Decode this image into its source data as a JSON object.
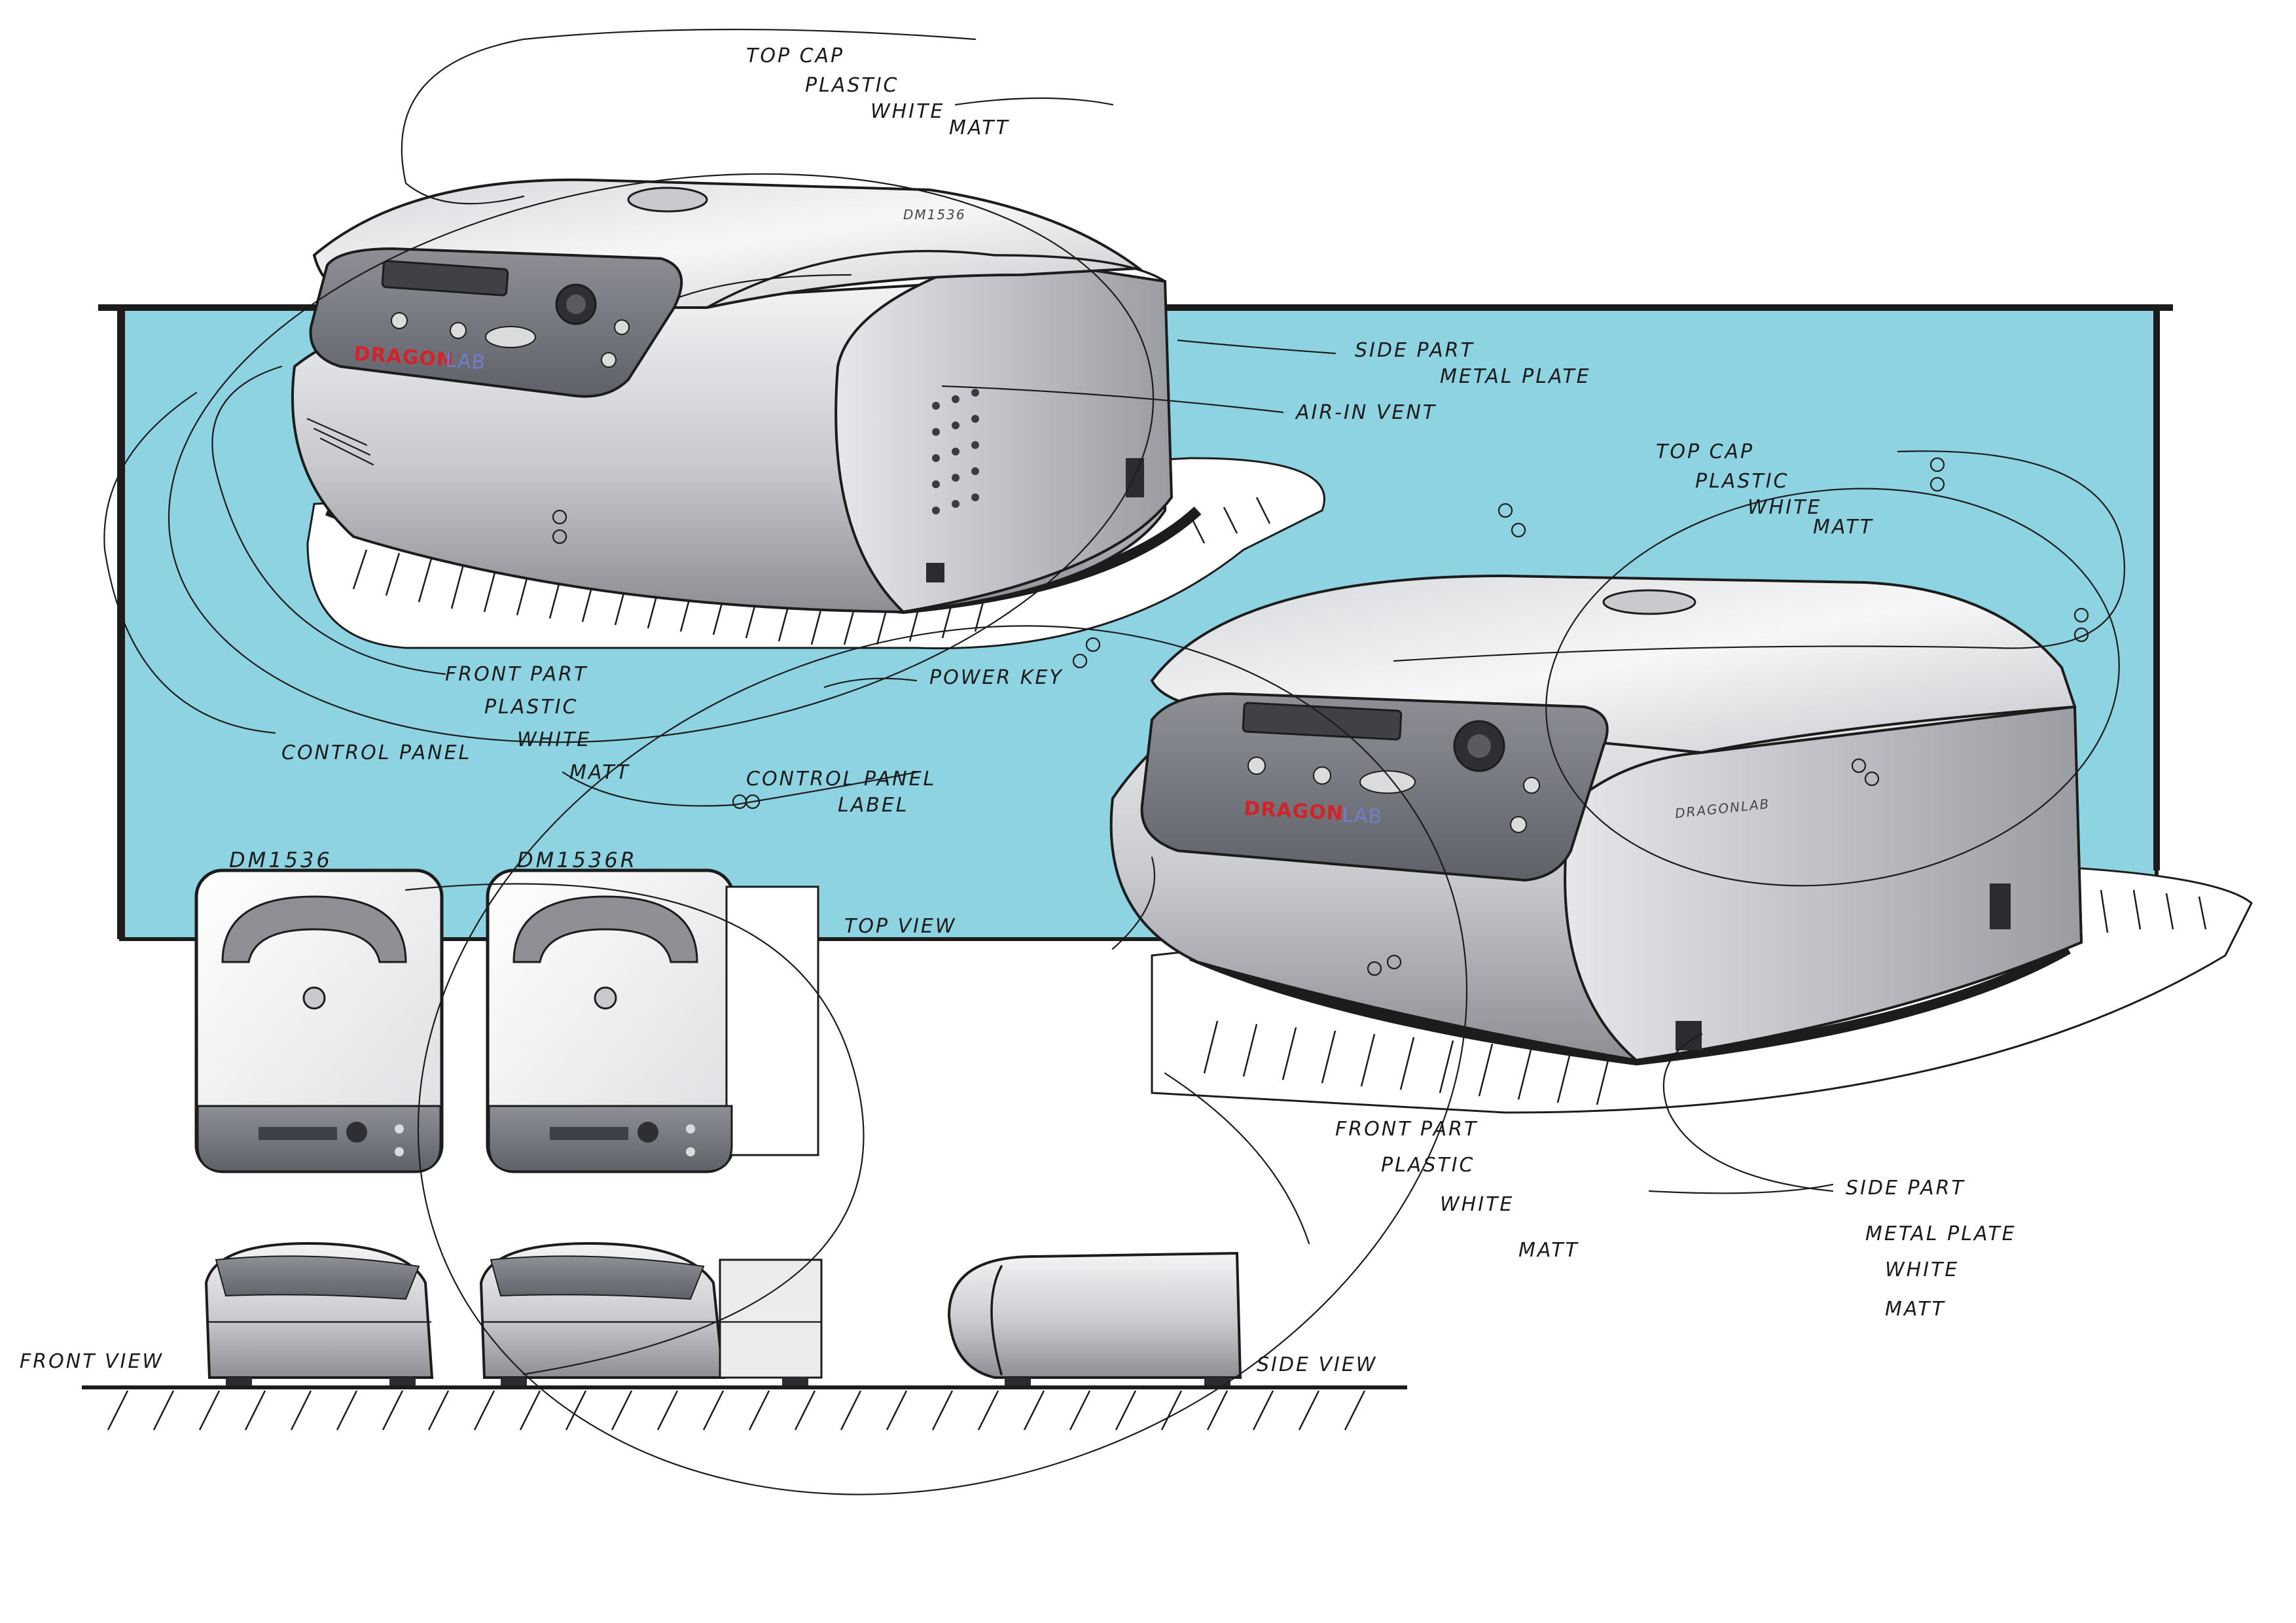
{
  "callouts": {
    "top_cap_1": [
      "TOP CAP",
      "PLASTIC",
      "WHITE",
      "MATT"
    ],
    "side_part_1": [
      "SIDE PART",
      "METAL PLATE"
    ],
    "air_in_vent": "AIR-IN VENT",
    "top_cap_2": [
      "TOP CAP",
      "PLASTIC",
      "WHITE",
      "MATT"
    ],
    "power_key": "POWER KEY",
    "front_part_1": [
      "FRONT PART",
      "PLASTIC",
      "WHITE",
      "MATT"
    ],
    "control_panel": "CONTROL PANEL",
    "control_panel_label": [
      "CONTROL PANEL",
      "LABEL"
    ],
    "front_part_2": [
      "FRONT PART",
      "PLASTIC",
      "WHITE",
      "MATT"
    ],
    "side_part_2": [
      "SIDE PART",
      "METAL PLATE",
      "WHITE",
      "MATT"
    ]
  },
  "views": {
    "model_1": "DM1536",
    "model_2": "DM1536R",
    "top_view": "TOP VIEW",
    "front_view": "FRONT VIEW",
    "side_view": "SIDE VIEW"
  },
  "branding": {
    "brand_red": "DRAGON",
    "brand_blue": "LAB",
    "side_mark": "DRAGONLAB"
  },
  "colors": {
    "background_panel": "#8dd3e1",
    "shell_light": "#e8e8ea",
    "shell_mid": "#b9bbc0",
    "shell_dark": "#6e7077",
    "ink": "#1c1c1c",
    "brand_red": "#d3232a",
    "brand_blue": "#6f7fc9"
  }
}
